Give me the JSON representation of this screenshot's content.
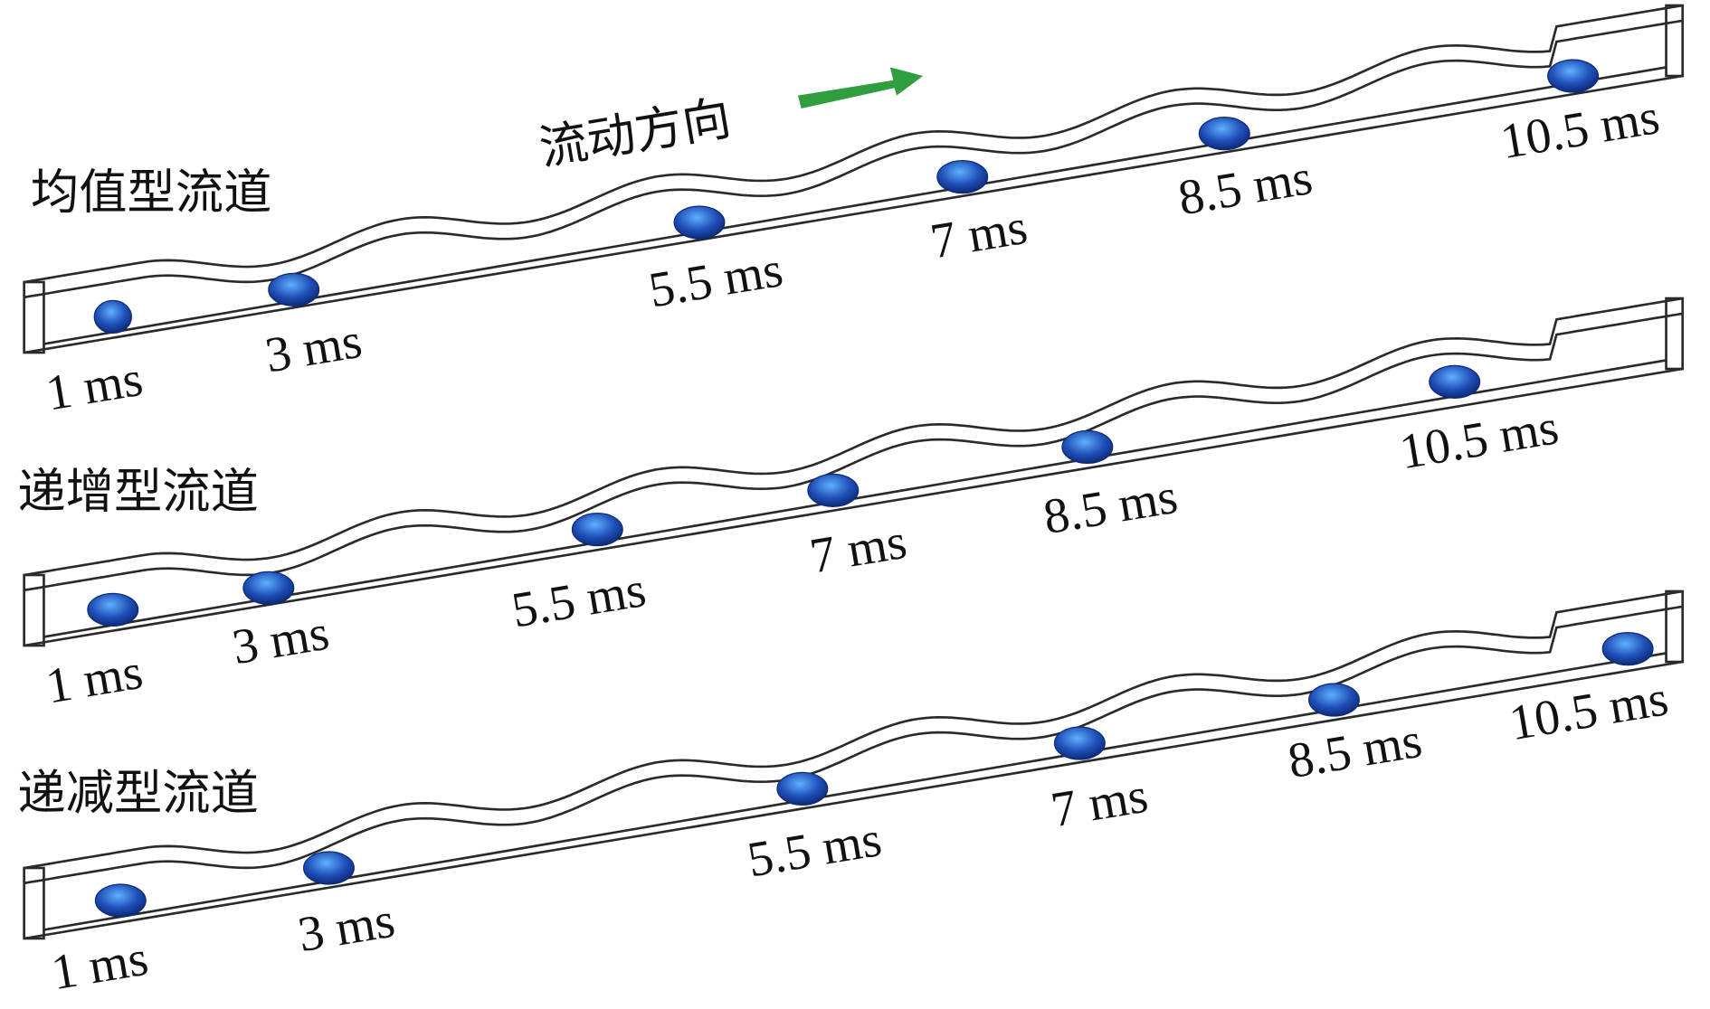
{
  "flow_direction": {
    "label": "流动方向",
    "arrow_color": "#2e9e3e"
  },
  "droplet_color": "#1f4fb8",
  "channels": [
    {
      "title": "均值型流道",
      "times": [
        "1 ms",
        "3 ms",
        "5.5 ms",
        "7 ms",
        "8.5 ms",
        "10.5 ms"
      ]
    },
    {
      "title": "递增型流道",
      "times": [
        "1 ms",
        "3 ms",
        "5.5 ms",
        "7 ms",
        "8.5 ms",
        "10.5 ms"
      ]
    },
    {
      "title": "递减型流道",
      "times": [
        "1 ms",
        "3 ms",
        "5.5 ms",
        "7 ms",
        "8.5 ms",
        "10.5 ms"
      ]
    }
  ]
}
